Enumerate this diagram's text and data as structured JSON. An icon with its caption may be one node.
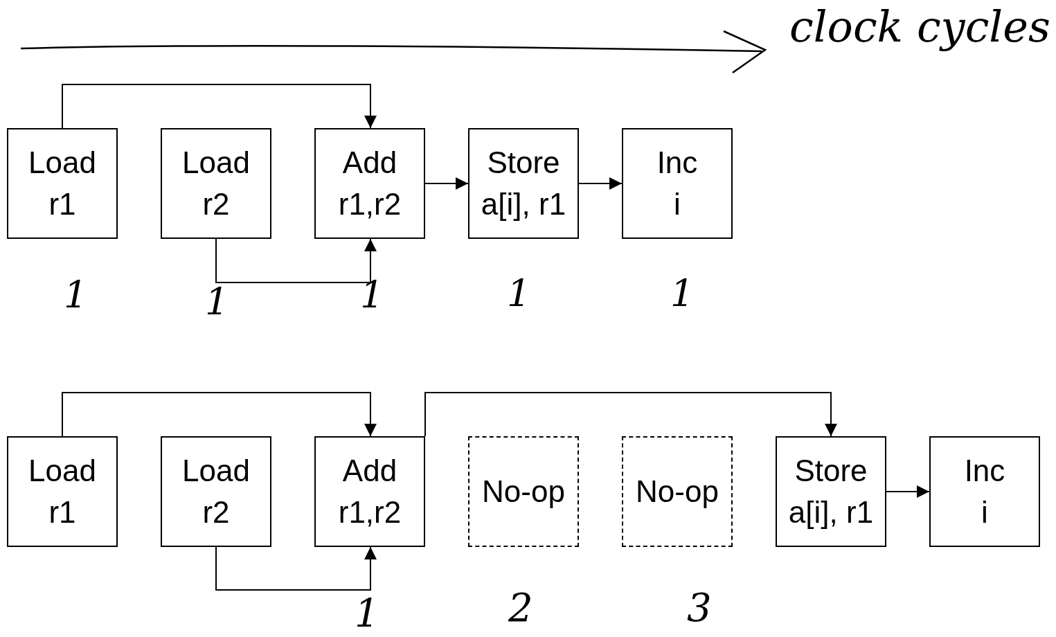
{
  "diagram": {
    "nodes": [
      {
        "text": [
          "Load r1"
        ]
      },
      {
        "text": [
          "Load r2"
        ]
      },
      {
        "text": [
          "Add r1,r2"
        ]
      },
      {
        "text": [
          "Store a[i], r1"
        ]
      },
      {
        "text": [
          "Inc i"
        ]
      },
      {
        "text": [
          "Load r1"
        ]
      },
      {
        "text": [
          "Load r2"
        ]
      },
      {
        "text": [
          "Add r1,r2"
        ]
      },
      {
        "text": [
          "No-op"
        ]
      },
      {
        "text": [
          "No-op"
        ]
      },
      {
        "text": [
          "Store a[i], r1"
        ]
      },
      {
        "text": [
          "Inc i"
        ]
      }
    ],
    "edges": [
      {
        "from": 0,
        "to": 2,
        "arrow": "to"
      },
      {
        "from": 1,
        "to": 2,
        "arrow": "to"
      },
      {
        "from": 2,
        "to": 3,
        "arrow": "to"
      },
      {
        "from": 3,
        "to": 4,
        "arrow": "to"
      },
      {
        "from": 5,
        "to": 7,
        "arrow": "to"
      },
      {
        "from": 6,
        "to": 7,
        "arrow": "to"
      },
      {
        "from": 7,
        "to": 10,
        "arrow": "to"
      },
      {
        "from": 10,
        "to": 11,
        "arrow": "to"
      }
    ],
    "labels": [
      "clock cycles",
      "1",
      "1",
      "1",
      "1",
      "1",
      "1",
      "2",
      "3"
    ]
  }
}
